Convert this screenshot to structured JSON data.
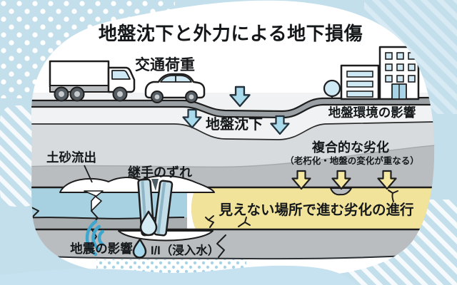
{
  "title": "地盤沈下と外力による地下損傷",
  "labels": {
    "traffic_load": "交通荷重",
    "ground_subsidence": "地盤沈下",
    "ground_environment": "地盤環境の影響",
    "soil_outflow": "土砂流出",
    "joint_displacement": "継手のずれ",
    "compound_deterioration": "複合的な劣化",
    "compound_deterioration_note": "（老朽化・地盤の変化が重なる）",
    "hidden_deterioration": "見えない場所で進む劣化の進行",
    "earthquake_effect": "地震の影響",
    "infiltration": "I/I（浸入水）"
  },
  "icons": {
    "truck": "truck-icon",
    "car": "car-icon",
    "buildings": "buildings-icon",
    "tree": "tree-icon",
    "seismic_waves": "seismic-waves-icon",
    "water_drop": "water-drop-icon",
    "down_arrow_blue": "subsidence-arrow-icon",
    "down_arrow_yellow": "deterioration-arrow-icon"
  },
  "colors": {
    "background_blue": "#c3dfec",
    "highlight_yellow": "#f2e39b",
    "pipe_blue": "#a7d1e0",
    "arrow_blue_fill": "#a9dbec",
    "arrow_yellow_fill": "#f5e9a2",
    "road_gray": "#9aa0a4",
    "text_black": "#15181a"
  }
}
